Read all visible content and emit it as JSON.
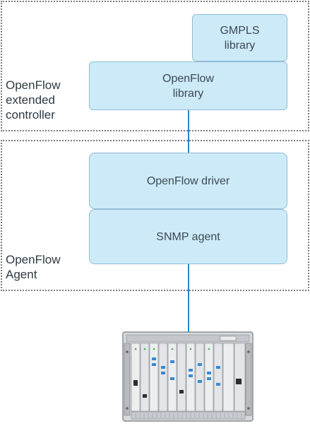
{
  "regions": {
    "controller": {
      "label": "OpenFlow\nextended\ncontroller"
    },
    "agent": {
      "label": "OpenFlow\nAgent"
    }
  },
  "boxes": {
    "gmpls_library": "GMPLS\nlibrary",
    "openflow_library": "OpenFlow\nlibrary",
    "openflow_driver": "OpenFlow driver",
    "snmp_agent": "SNMP agent"
  },
  "colors": {
    "box_fill": "#cdeaf8",
    "box_border": "#8fbdd6",
    "link": "#2a86c7",
    "region_border": "#7a7a7a"
  },
  "device": {
    "icon": "network-equipment-chassis-icon"
  }
}
